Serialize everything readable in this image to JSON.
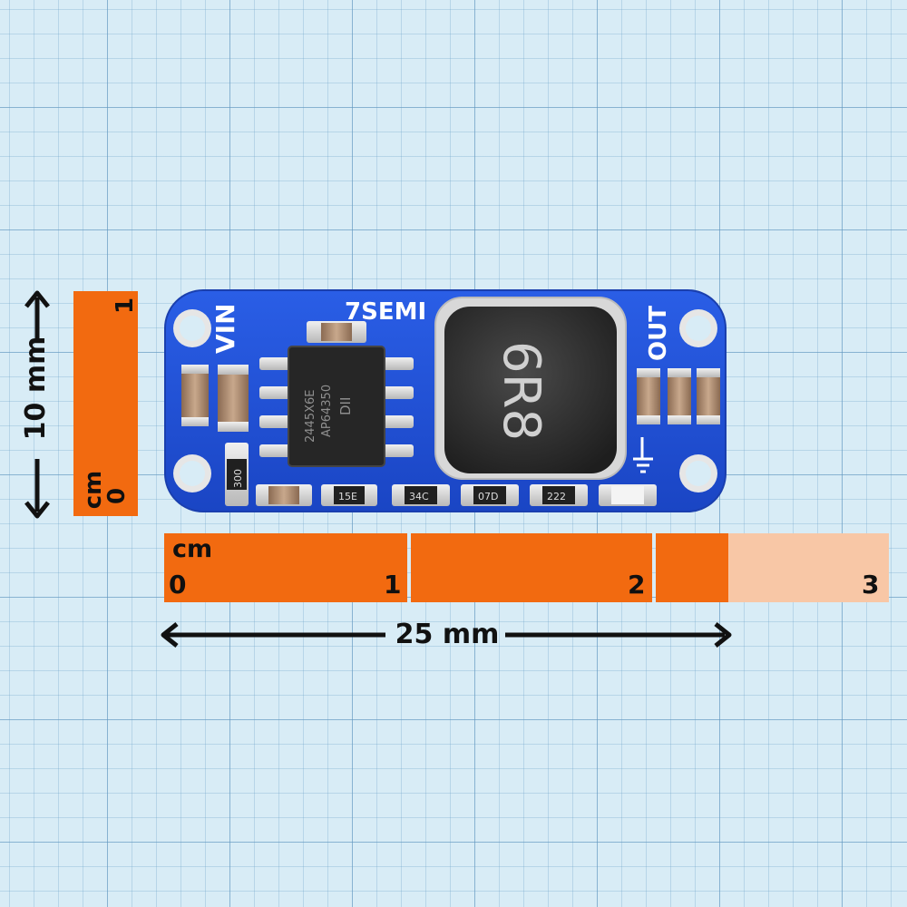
{
  "scale": {
    "horizontal": {
      "unit": "cm",
      "ticks": [
        "0",
        "1",
        "2",
        "3"
      ],
      "dimension_label": "25 mm"
    },
    "vertical": {
      "unit": "cm",
      "ticks": [
        "0",
        "1"
      ],
      "dimension_label": "10 mm"
    }
  },
  "board": {
    "brand": "7SEMI",
    "input_label": "VIN",
    "output_label": "OUT",
    "inductor_marking": "6R8",
    "ic_marking": [
      "DII",
      "AP64350",
      "2445X6E"
    ],
    "resistor_markings": [
      "300",
      "15E",
      "34C",
      "07D",
      "222"
    ]
  },
  "colors": {
    "pcb": "#1f4fd6",
    "ruler": "#f26a10",
    "ruler_pale": "#f8c7a6",
    "grid_background": "#d8ecf6"
  }
}
